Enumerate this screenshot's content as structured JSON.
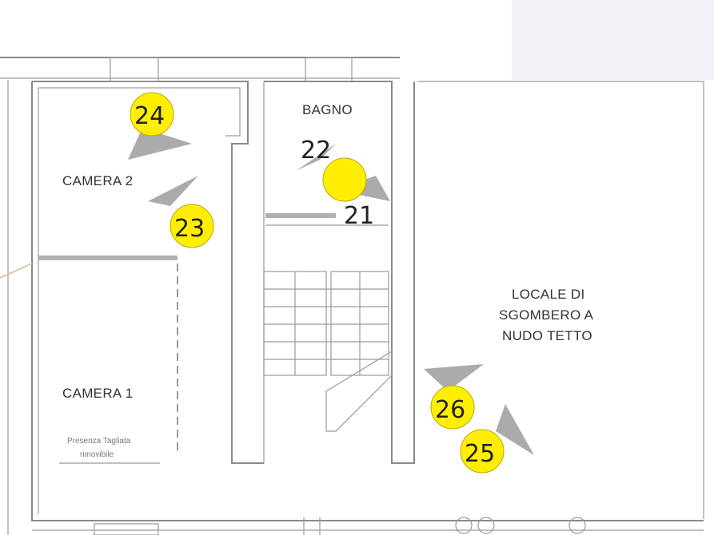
{
  "rooms": {
    "camera2": "CAMERA 2",
    "camera1": "CAMERA 1",
    "bagno": "BAGNO",
    "locale": [
      "LOCALE DI",
      "SGOMBERO A",
      "NUDO TETTO"
    ],
    "note": [
      "Presenza Tagliata",
      "rimovibile"
    ]
  },
  "markers": [
    {
      "number": "24",
      "style": "yellow"
    },
    {
      "number": "23",
      "style": "yellow"
    },
    {
      "number": "22",
      "style": "plain"
    },
    {
      "number": "21",
      "style": "plain"
    },
    {
      "number": "26",
      "style": "yellow"
    },
    {
      "number": "25",
      "style": "yellow"
    }
  ],
  "colors": {
    "marker": "#ffee00",
    "wall": "#8a8a8a",
    "background": "#ffffff"
  }
}
